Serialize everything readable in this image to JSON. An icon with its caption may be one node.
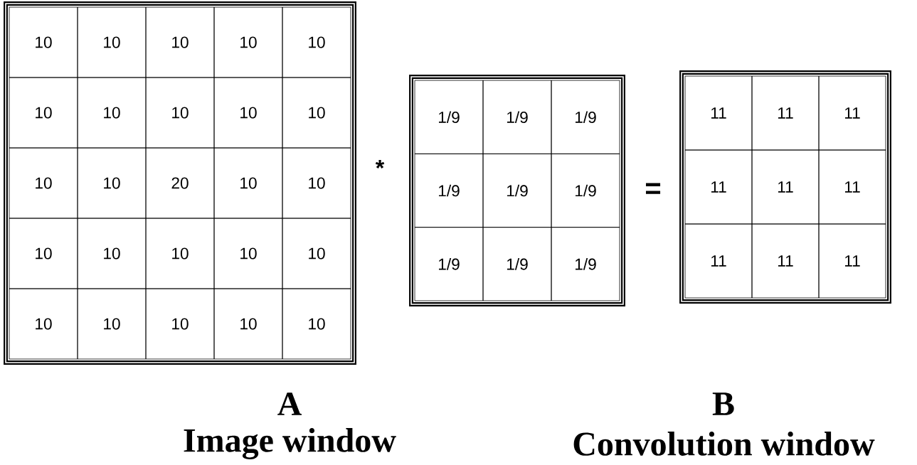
{
  "diagram": {
    "labels": [
      "10",
      "10",
      "10",
      "10",
      "10",
      "10",
      "10",
      "10",
      "10",
      "10",
      "10",
      "10",
      "20",
      "10",
      "10",
      "10",
      "10",
      "10",
      "10",
      "10",
      "10",
      "10",
      "10",
      "10",
      "10",
      "*",
      "1/9",
      "1/9",
      "1/9",
      "1/9",
      "1/9",
      "1/9",
      "1/9",
      "1/9",
      "1/9",
      "=",
      "11",
      "11",
      "11",
      "11",
      "11",
      "11",
      "11",
      "11",
      "11",
      "A",
      "Image window",
      "B",
      "Convolution window"
    ]
  }
}
